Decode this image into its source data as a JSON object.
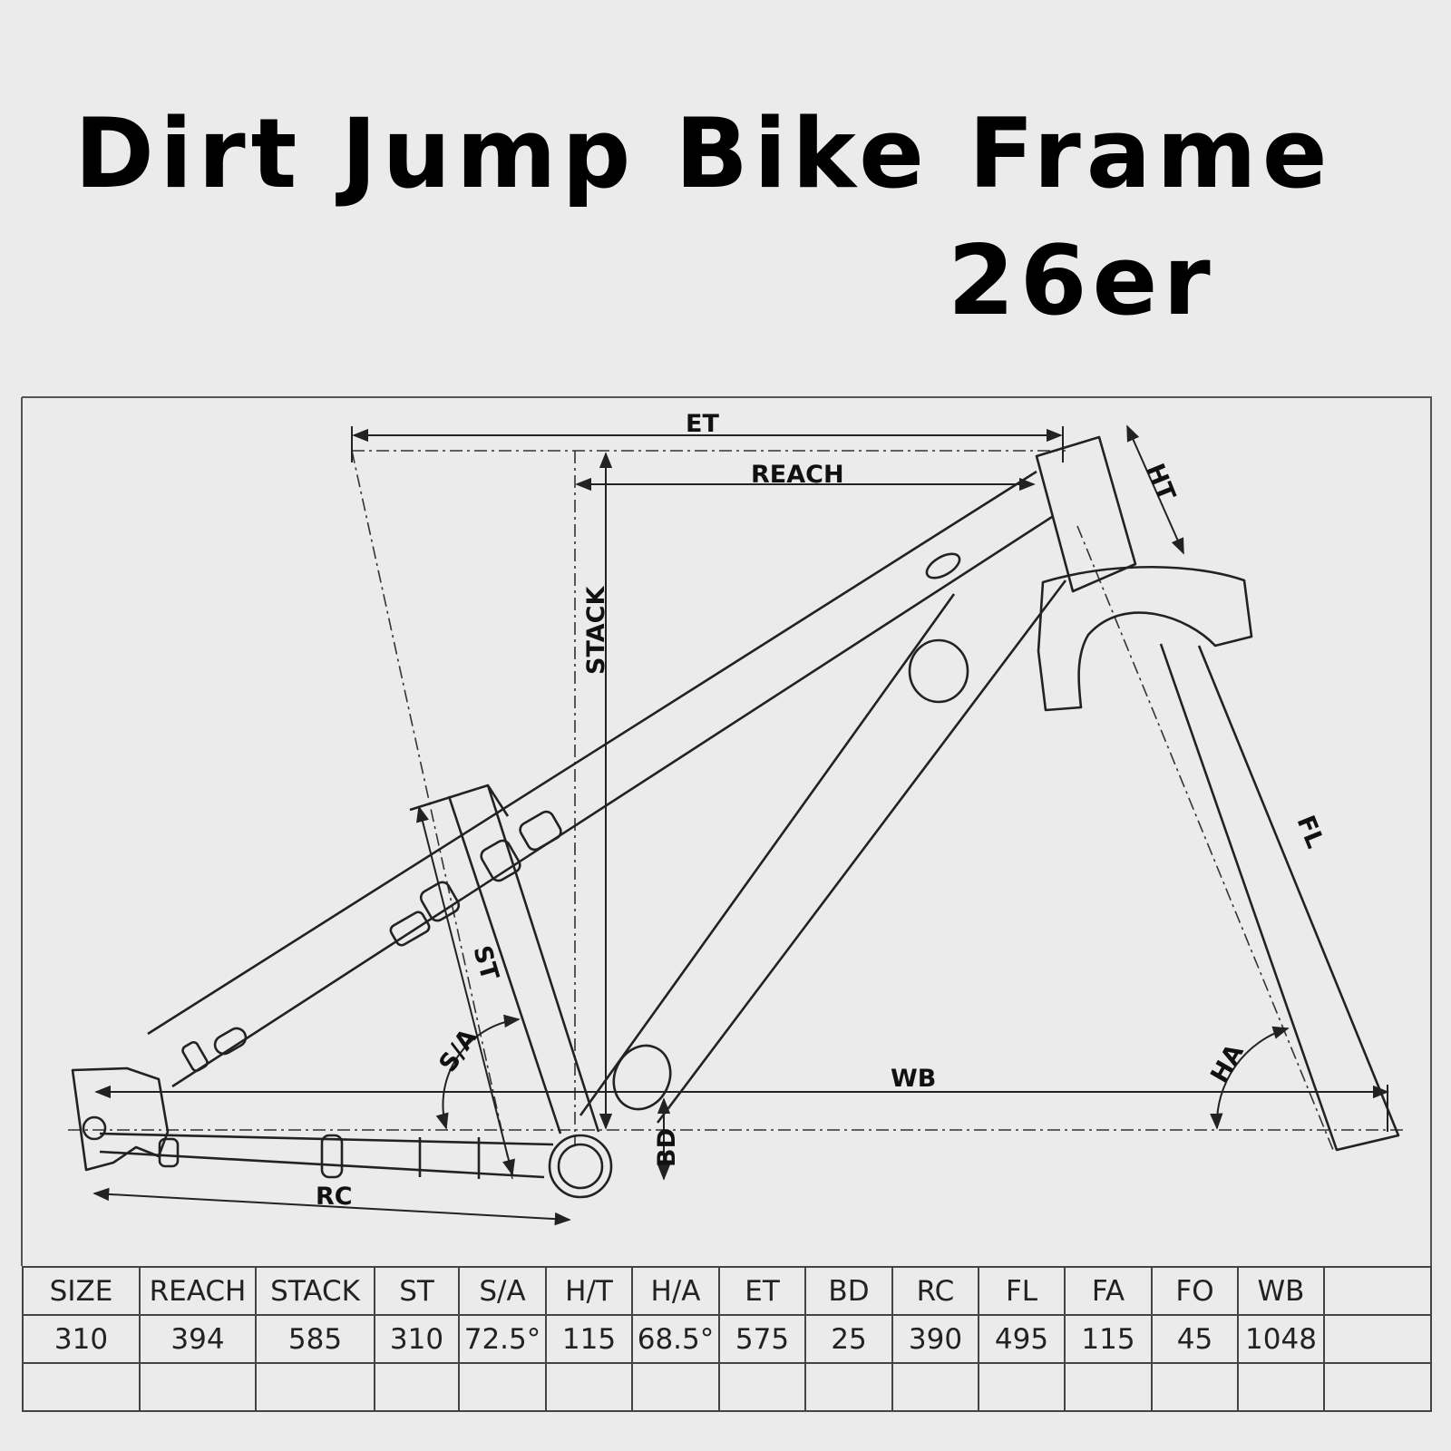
{
  "header": {
    "title": "Dirt Jump Bike Frame",
    "subtitle": "26er"
  },
  "diagram": {
    "labels": {
      "et": "ET",
      "reach": "REACH",
      "stack": "STACK",
      "ht": "HT",
      "fl": "FL",
      "st": "ST",
      "sa": "S/A",
      "wb": "WB",
      "ha": "HA",
      "bd": "BD",
      "rc": "RC"
    }
  },
  "spec_table": {
    "headers": [
      "SIZE",
      "REACH",
      "STACK",
      "ST",
      "S/A",
      "H/T",
      "H/A",
      "ET",
      "BD",
      "RC",
      "FL",
      "FA",
      "FO",
      "WB",
      ""
    ],
    "values": [
      "310",
      "394",
      "585",
      "310",
      "72.5°",
      "115",
      "68.5°",
      "575",
      "25",
      "390",
      "495",
      "115",
      "45",
      "1048",
      ""
    ]
  }
}
